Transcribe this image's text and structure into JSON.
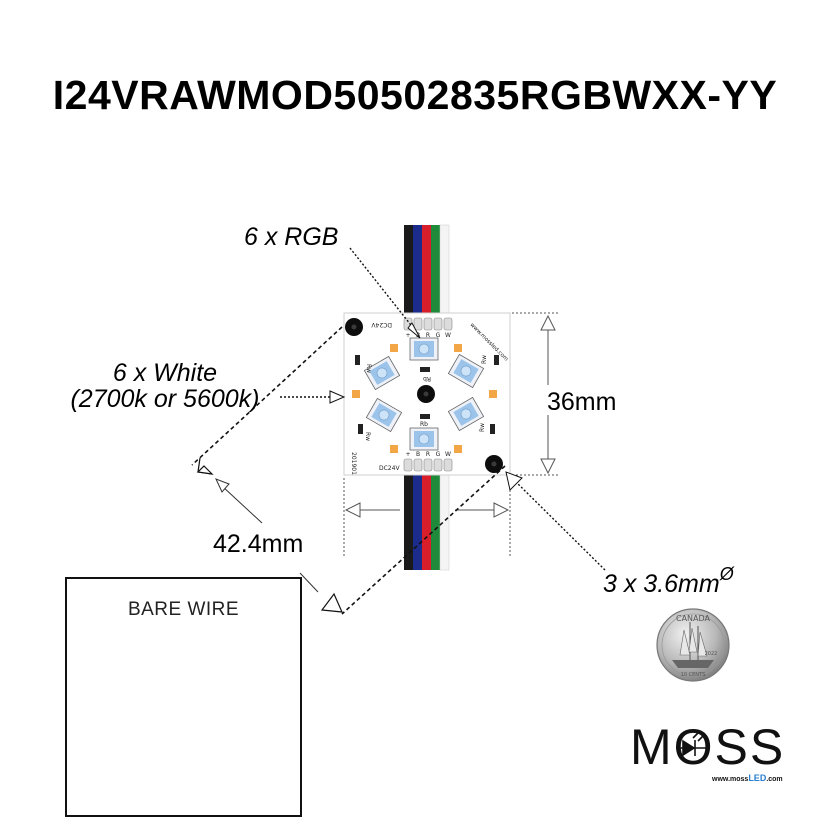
{
  "title": "I24VRAWMOD50502835RGBWXX-YY",
  "callouts": {
    "rgb": "6 x RGB",
    "white_line1": "6 x White",
    "white_line2": "(2700k or 5600k)",
    "hole_main": "3 x 3.6mm",
    "hole_symbol": "Ø"
  },
  "dimensions": {
    "height": "36mm",
    "width": "42.4mm"
  },
  "inset": {
    "label": "BARE WIRE"
  },
  "pcb": {
    "pads_top": [
      "DC24V",
      "+",
      "B",
      "R",
      "G",
      "W"
    ],
    "pads_bottom": [
      "DC24V",
      "+",
      "B",
      "R",
      "G",
      "W"
    ],
    "url_text": "www.mossled.com",
    "code": "201901",
    "led_marks": [
      "Rw",
      "Rw",
      "Rw",
      "Rw",
      "Rb",
      "Rb"
    ]
  },
  "coin": {
    "top_text": "CANADA",
    "year": "2022",
    "value": "10 CENTS"
  },
  "logo": {
    "word": "MOSS",
    "url_prefix": "www.moss",
    "url_led": "LED",
    "url_suffix": ".com"
  },
  "colors": {
    "wire_black": "#1a1a1a",
    "wire_blue": "#1c2c8c",
    "wire_red": "#d81e2a",
    "wire_green": "#1f8a3a",
    "wire_white": "#f4f4f4",
    "led_blue": "#9cc4ea",
    "led_amber": "#f3a646"
  }
}
